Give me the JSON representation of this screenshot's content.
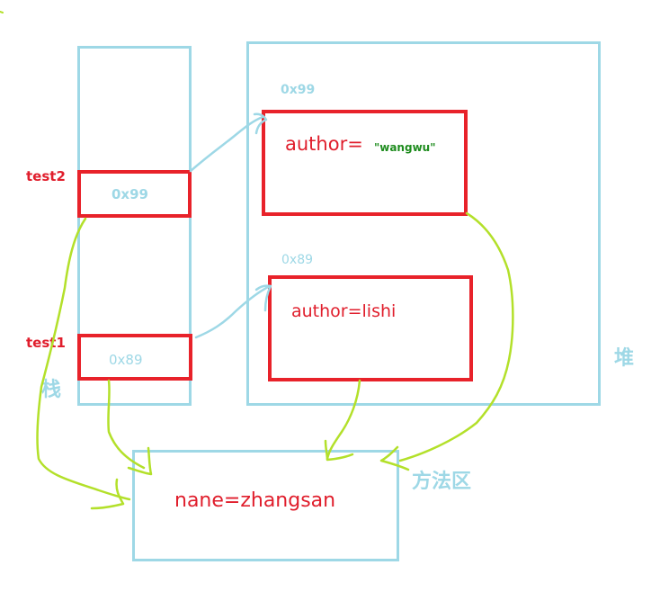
{
  "colors": {
    "region_border": "#9ed8e6",
    "object_border": "#e8222a",
    "reference_arrow": "#9ed8e6",
    "class_arrow": "#b3e02a",
    "value_green": "#1e8c1e"
  },
  "stack": {
    "label": "栈",
    "frames": [
      {
        "var_name": "test2",
        "value": "0x99"
      },
      {
        "var_name": "test1",
        "value": "0x89"
      }
    ]
  },
  "heap": {
    "label": "堆",
    "objects": [
      {
        "address": "0x99",
        "field": "author=",
        "value": "\"wangwu\""
      },
      {
        "address": "0x89",
        "field": "author=lishi",
        "value": ""
      }
    ]
  },
  "method_area": {
    "label": "方法区",
    "content": "nane=zhangsan"
  }
}
